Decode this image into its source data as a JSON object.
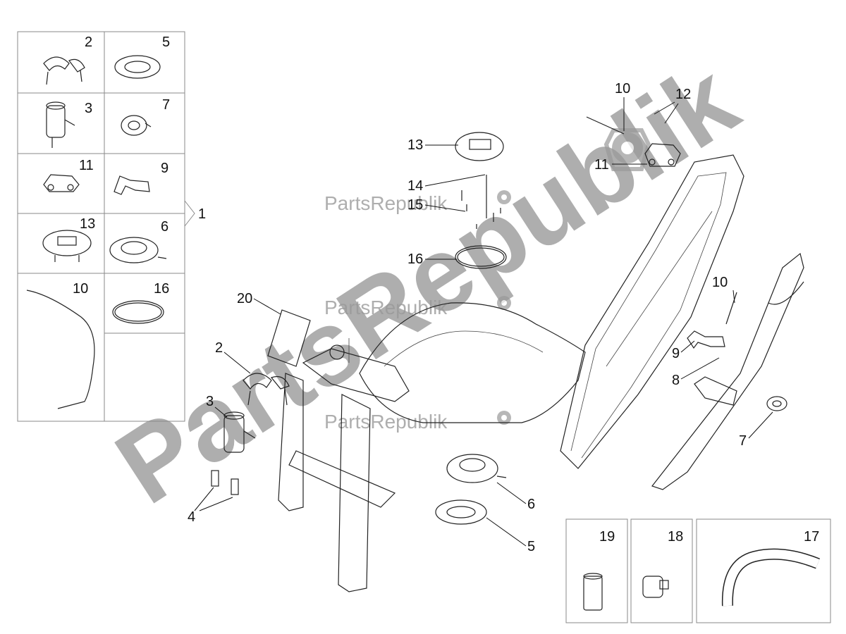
{
  "watermark": {
    "big_text": "PartsRepublik",
    "small_text": "PartsRepublik"
  },
  "kit_box": {
    "group_label": "1",
    "cells": [
      {
        "label": "2"
      },
      {
        "label": "5"
      },
      {
        "label": "3"
      },
      {
        "label": "7"
      },
      {
        "label": "11"
      },
      {
        "label": "9"
      },
      {
        "label": "13"
      },
      {
        "label": "6"
      },
      {
        "label": "10"
      },
      {
        "label": "16"
      }
    ]
  },
  "callouts": [
    {
      "id": "c10a",
      "label": "10"
    },
    {
      "id": "c12",
      "label": "12"
    },
    {
      "id": "c11",
      "label": "11"
    },
    {
      "id": "c13",
      "label": "13"
    },
    {
      "id": "c14",
      "label": "14"
    },
    {
      "id": "c15",
      "label": "15"
    },
    {
      "id": "c16",
      "label": "16"
    },
    {
      "id": "c20",
      "label": "20"
    },
    {
      "id": "c2",
      "label": "2"
    },
    {
      "id": "c3",
      "label": "3"
    },
    {
      "id": "c4",
      "label": "4"
    },
    {
      "id": "c6",
      "label": "6"
    },
    {
      "id": "c5",
      "label": "5"
    },
    {
      "id": "c10b",
      "label": "10"
    },
    {
      "id": "c9",
      "label": "9"
    },
    {
      "id": "c8",
      "label": "8"
    },
    {
      "id": "c7",
      "label": "7"
    }
  ],
  "accessory_boxes": [
    {
      "label": "19"
    },
    {
      "label": "18"
    },
    {
      "label": "17"
    }
  ],
  "colors": {
    "line": "#222222",
    "box_border": "#8a8a8a",
    "watermark": "#9a9a9a"
  }
}
